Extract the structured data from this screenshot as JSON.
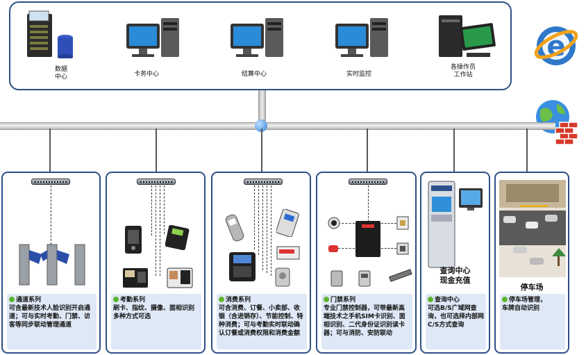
{
  "top": {
    "data_center": "数据\n中心",
    "card_center": "卡务中心",
    "settle_center": "结算中心",
    "monitor": "实时监控",
    "workstation": "各操作员\n工作站"
  },
  "panels": [
    {
      "title": "通道系列",
      "text": "可含最新技术人脸识别开启通道；可与实时考勤、门禁、访客等同步联动管理通道"
    },
    {
      "title": "考勤系列",
      "text": "刷卡、指纹、摄像、面相识别多种方式可选"
    },
    {
      "title": "消费系列",
      "text": "可含消费、订餐、小卖部、收银（含进销存）、节能控制、特种消费；可与考勤实时联动确认订餐或消费权限和消费金额"
    },
    {
      "title": "门禁系列",
      "text": "专业门禁控制器，可带最新高端技术之手机SIM卡识别、面相识别、二代身份证识别读卡器；可与消防、安防联动"
    },
    {
      "title": "查询中心",
      "text": "可选B/S广域网查询，也可选择内部网C/S方式查询"
    },
    {
      "title": "停车场管理，",
      "text": "车牌自动识别"
    }
  ],
  "query_label": "查询中心\n现金充值",
  "parking_label": "停车场"
}
